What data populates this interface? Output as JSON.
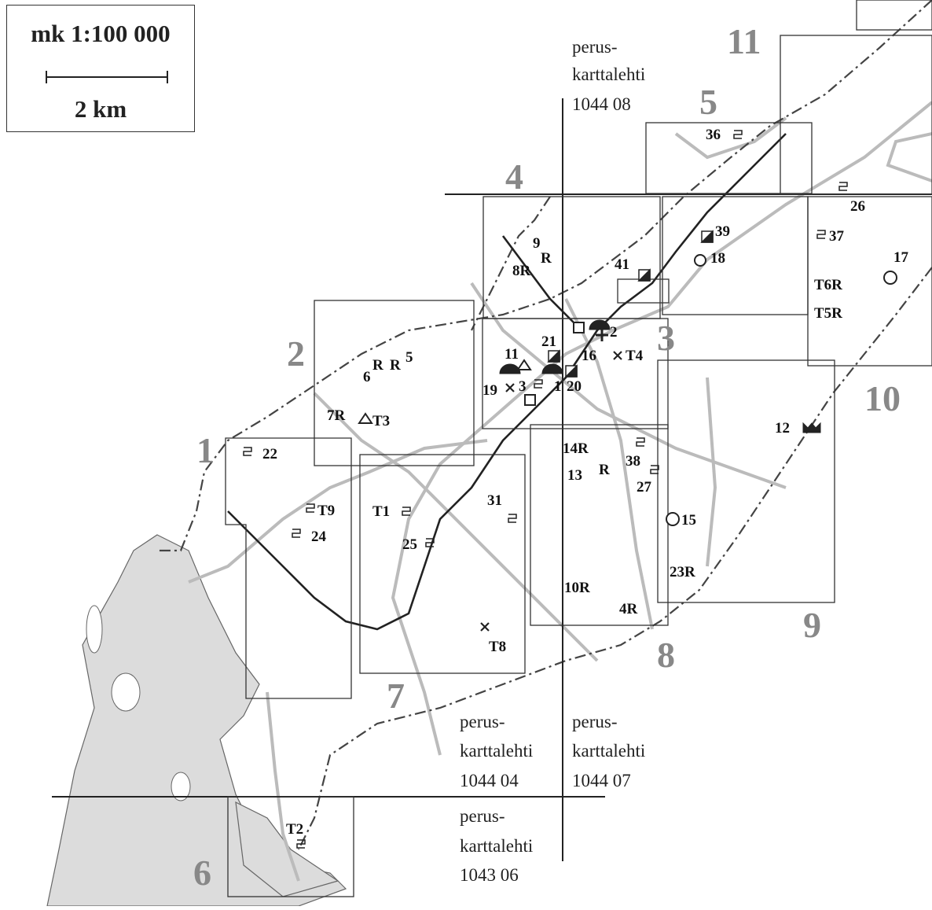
{
  "scale": {
    "ratio": "mk 1:100 000",
    "distance": "2 km"
  },
  "area_numbers": [
    "1",
    "2",
    "3",
    "4",
    "5",
    "6",
    "7",
    "8",
    "9",
    "10",
    "11"
  ],
  "sheets": [
    {
      "lines": [
        "perus-",
        "karttalehti",
        "1044 08"
      ]
    },
    {
      "lines": [
        "perus-",
        "karttalehti",
        "1044 04"
      ]
    },
    {
      "lines": [
        "perus-",
        "karttalehti",
        "1044 07"
      ]
    },
    {
      "lines": [
        "perus-",
        "karttalehti",
        "1043 06"
      ]
    }
  ],
  "site_labels": [
    "1",
    "2",
    "3",
    "4R",
    "5",
    "6",
    "7R",
    "8R",
    "9",
    "R",
    "10R",
    "11",
    "12",
    "13",
    "R",
    "14R",
    "15",
    "16",
    "17",
    "18",
    "19",
    "20",
    "21",
    "22",
    "23R",
    "24",
    "25",
    "26",
    "27",
    "31",
    "36",
    "37",
    "38",
    "39",
    "41",
    "R",
    "R",
    "T1",
    "T2",
    "T3",
    "T4",
    "T5R",
    "T6R",
    "T8",
    "T9"
  ],
  "colors": {
    "lines": "#333333",
    "roads": "#bbbbbb",
    "water": "#dcdcdc",
    "area_numbers": "#888888"
  }
}
